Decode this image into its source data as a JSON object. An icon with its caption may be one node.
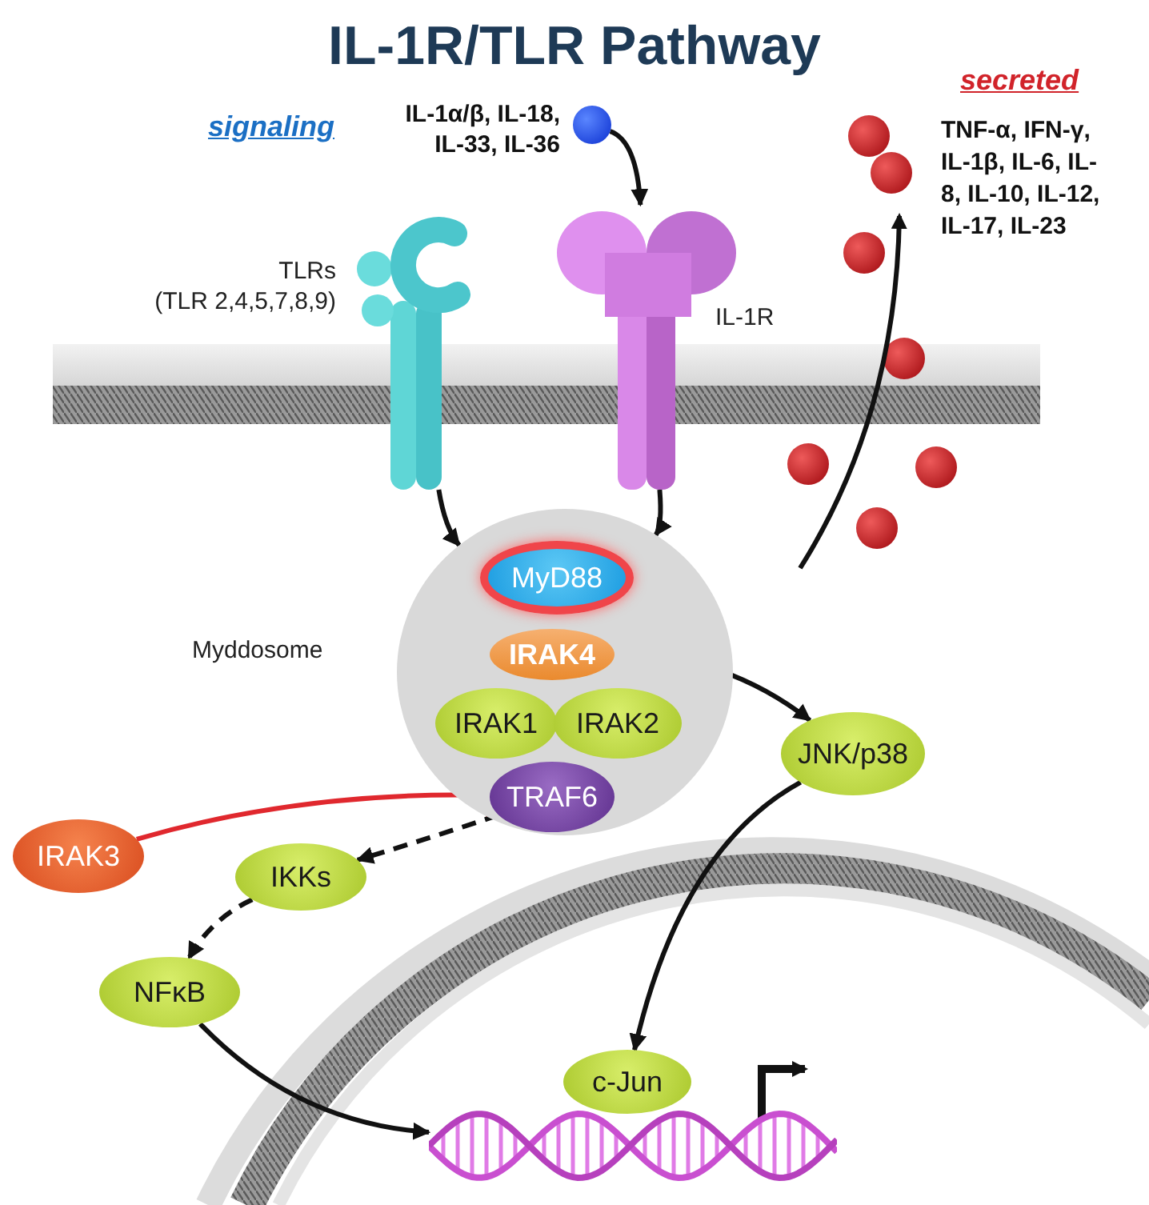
{
  "diagram": {
    "title": "IL-1R/TLR Pathway",
    "nodes": [
      {
        "text": [],
        "shape": "circle",
        "beside": [
          "IL-1α/β, IL-18, IL-33, IL-36"
        ]
      },
      {
        "text": [],
        "shape": "picture",
        "beside": [
          "TLRs",
          "(TLR 2,4,5,7,8,9)"
        ]
      },
      {
        "text": [],
        "shape": "picture",
        "beside": [
          "IL-1R"
        ]
      },
      {
        "text": [],
        "shape": "circle",
        "beside": [
          "Myddosome"
        ]
      },
      {
        "text": [
          "MyD88"
        ],
        "in": 3
      },
      {
        "text": [
          "IRAK4"
        ],
        "in": 3
      },
      {
        "text": [
          "IRAK1"
        ],
        "in": 3
      },
      {
        "text": [
          "IRAK2"
        ],
        "in": 3
      },
      {
        "text": [
          "TRAF6"
        ],
        "in": 3
      },
      {
        "text": [
          "IRAK3"
        ]
      },
      {
        "text": [
          "IKKs"
        ]
      },
      {
        "text": [
          "NFκB"
        ]
      },
      {
        "text": [
          "JNK/p38"
        ]
      },
      {
        "text": [
          "c-Jun"
        ]
      },
      {
        "text": [],
        "shape": "picture"
      }
    ],
    "edges": [
      {
        "from": 0,
        "to": 2,
        "arrow": "to"
      },
      {
        "from": 1,
        "to": 3,
        "arrow": "to"
      },
      {
        "from": 2,
        "to": 3,
        "arrow": "to"
      },
      {
        "from": 5,
        "to": 12,
        "arrow": "to"
      },
      {
        "from": 9,
        "to": 8,
        "arrow": "other",
        "color": "#e0282e"
      },
      {
        "from": 8,
        "to": 10,
        "arrow": "to",
        "style": "dashed"
      },
      {
        "from": 10,
        "to": 11,
        "arrow": "to",
        "style": "dashed"
      },
      {
        "from": 11,
        "to": 14,
        "arrow": "to"
      },
      {
        "from": 12,
        "to": 13,
        "arrow": "to"
      }
    ],
    "labels": [
      "signaling",
      "secreted",
      "TNF-α, IFN-γ, IL-1β, IL-6, IL-8, IL-10, IL-12, IL-17, IL-23"
    ]
  }
}
